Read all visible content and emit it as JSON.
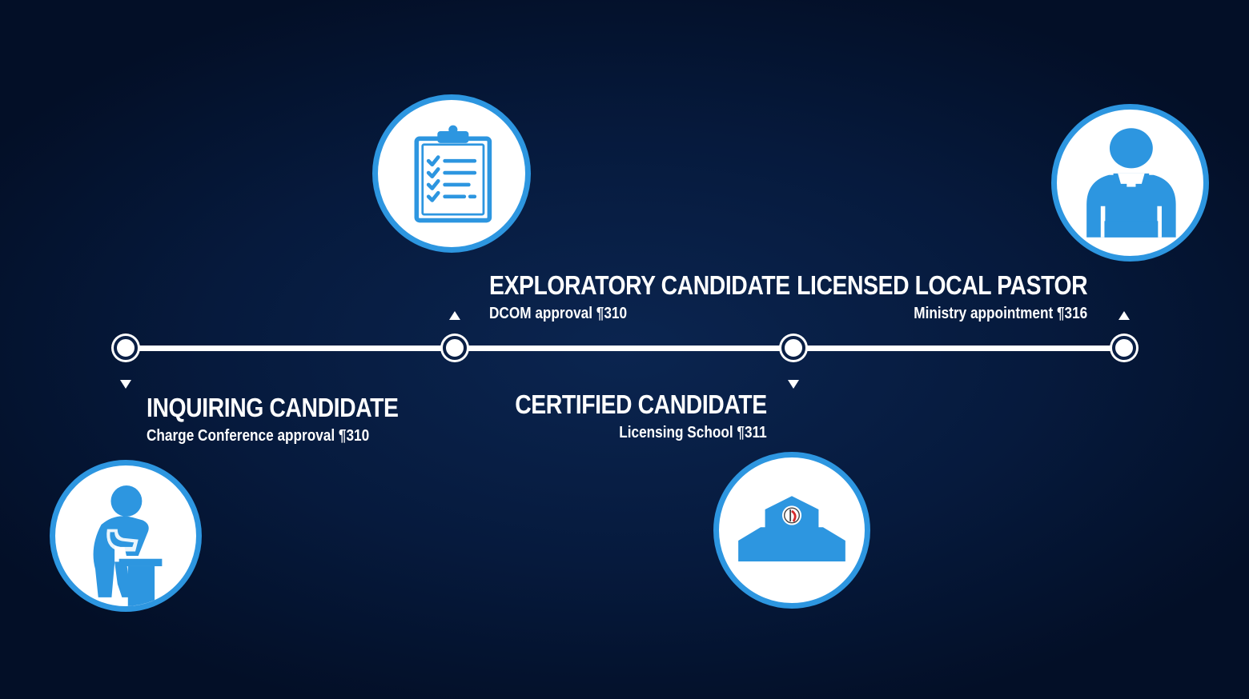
{
  "colors": {
    "background": "#061a3d",
    "accent": "#2d96e0",
    "line": "#ffffff",
    "text": "#ffffff"
  },
  "stages": [
    {
      "title": "INQUIRING CANDIDATE",
      "subtitle": "Charge Conference approval ¶310",
      "icon": "praying-person-icon"
    },
    {
      "title": "EXPLORATORY CANDIDATE",
      "subtitle": "DCOM approval ¶310",
      "icon": "clipboard-checklist-icon"
    },
    {
      "title": "CERTIFIED CANDIDATE",
      "subtitle": "Licensing School ¶311",
      "icon": "school-building-icon"
    },
    {
      "title": "LICENSED LOCAL PASTOR",
      "subtitle": "Ministry appointment ¶316",
      "icon": "pastor-collar-icon"
    }
  ]
}
